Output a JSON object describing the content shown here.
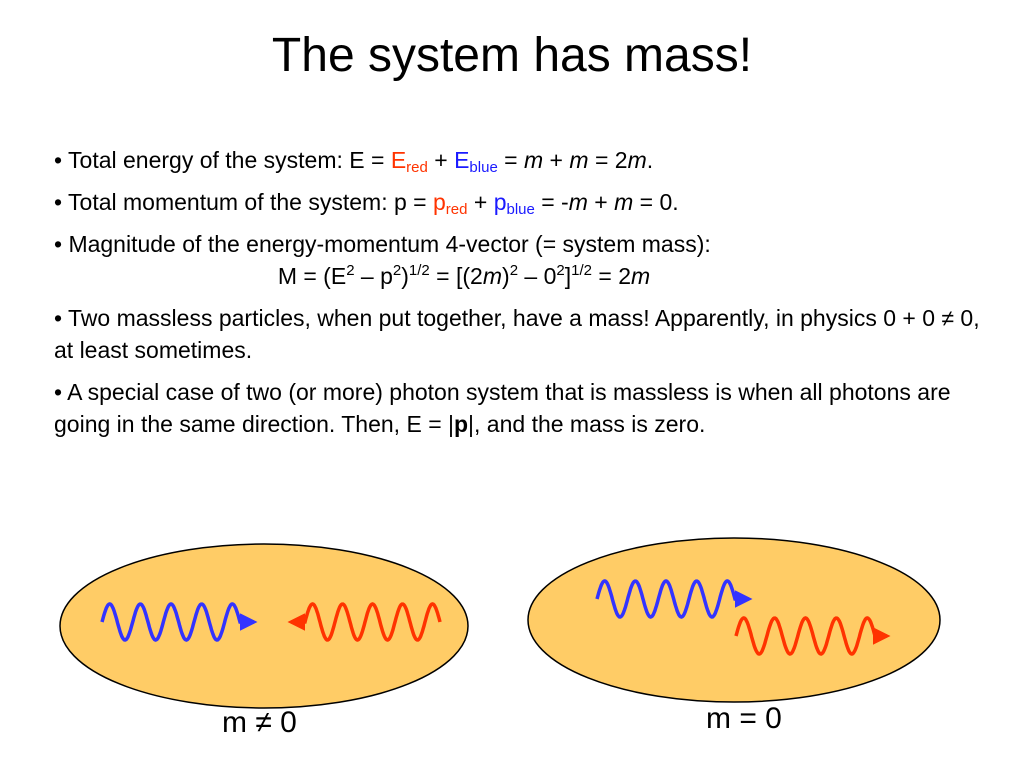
{
  "title": "The system has mass!",
  "bullets": {
    "b1": {
      "prefix": "• Total energy of the system: E = ",
      "e_red_main": "E",
      "e_red_sub": "red",
      "plus1": " + ",
      "e_blue_main": "E",
      "e_blue_sub": "blue",
      "eq1": " = ",
      "m1": "m",
      "plus2": " + ",
      "m2": "m",
      "eq2": " = 2",
      "m3": "m",
      "end": "."
    },
    "b2": {
      "prefix": "• Total momentum of the system: p = ",
      "p_red_main": "p",
      "p_red_sub": "red",
      "plus1": " + ",
      "p_blue_main": "p",
      "p_blue_sub": "blue",
      "eq1": " = -",
      "m1": "m",
      "plus2": " + ",
      "m2": "m",
      "end": " = 0."
    },
    "b3": {
      "text": "• Magnitude of the energy-momentum 4-vector (= system mass):",
      "f_a": "M = (E",
      "f_sup1": "2",
      "f_b": " – p",
      "f_sup2": "2",
      "f_c": ")",
      "f_sup3": "1/2",
      "f_d": " = [(2",
      "f_m1": "m",
      "f_e": ")",
      "f_sup4": "2",
      "f_f": " – 0",
      "f_sup5": "2",
      "f_g": "]",
      "f_sup6": "1/2",
      "f_h": " = 2",
      "f_m2": "m"
    },
    "b4": {
      "text": "• Two massless particles, when put together, have a mass! Apparently, in physics 0 + 0 ≠ 0, at least sometimes."
    },
    "b5": {
      "pre": "• A special case of two (or more) photon system that is massless is when all photons are going in the same direction. Then, E = |",
      "bold": "p",
      "post": "|, and the mass is zero."
    }
  },
  "diagram": {
    "left_label": "m ≠ 0",
    "right_label": "m = 0",
    "colors": {
      "ellipse_fill": "#ffcc66",
      "ellipse_stroke": "#000000",
      "photon_blue": "#3333ff",
      "photon_red": "#ff3300"
    }
  }
}
